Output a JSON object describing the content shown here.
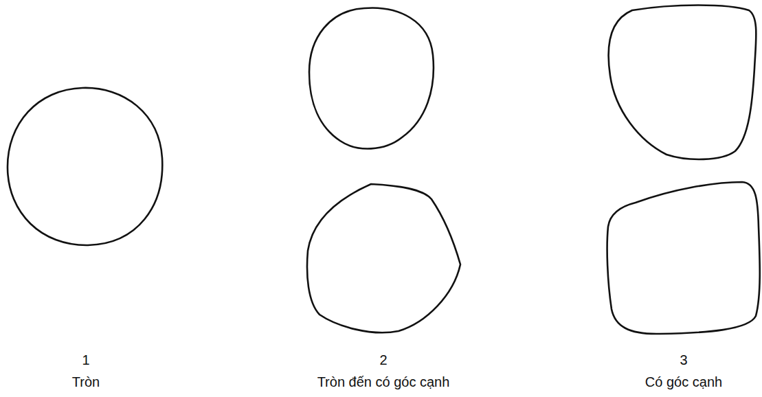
{
  "diagram": {
    "labels": [
      "1",
      "Tròn",
      "2",
      "Tròn đến có góc cạnh",
      "3",
      "Có góc cạnh"
    ]
  }
}
